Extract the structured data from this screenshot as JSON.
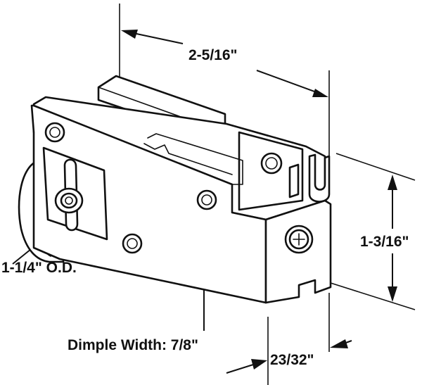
{
  "labels": {
    "overall_length": "2-5/16\"",
    "height": "1-3/16\"",
    "wheel_od": "1-1/4\" O.D.",
    "dimple_width": "Dimple Width: 7/8\"",
    "depth": "23/32\""
  },
  "icons": {
    "part": "sliding-door-roller-assembly-icon",
    "screw": "phillips-screw-icon"
  },
  "colors": {
    "line": "#111111",
    "fill": "#ffffff"
  }
}
